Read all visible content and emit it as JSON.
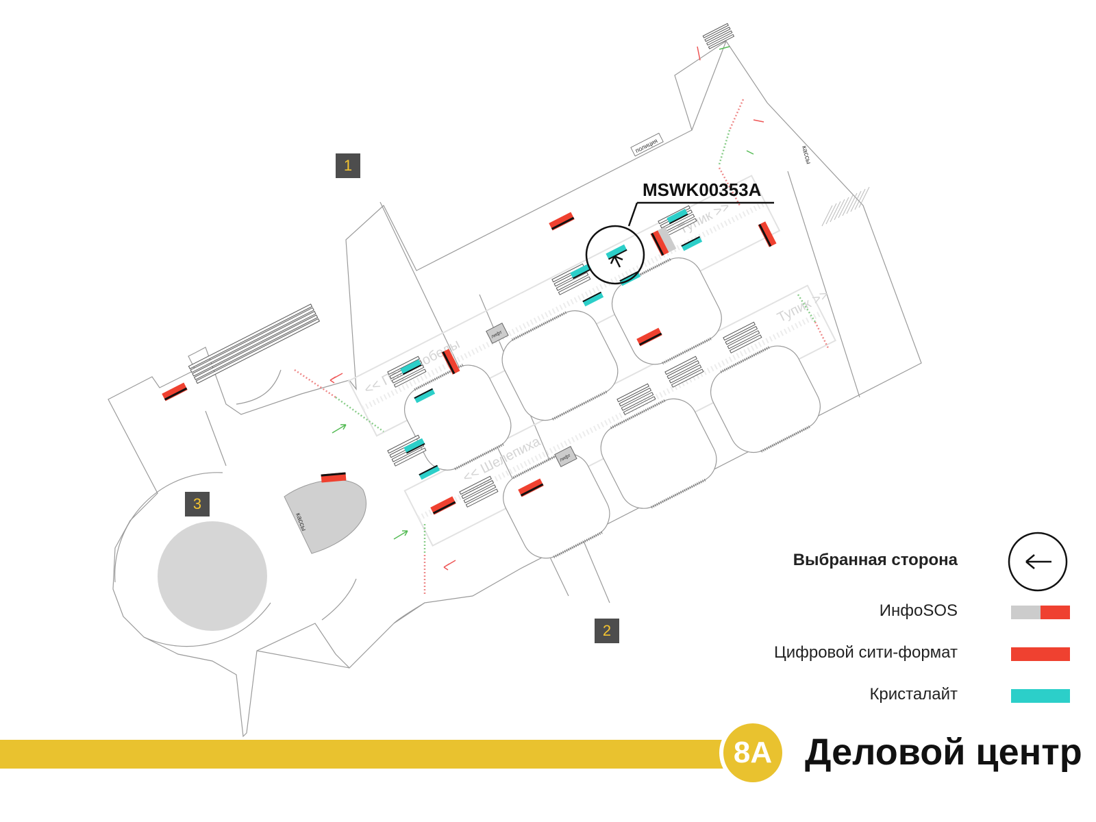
{
  "station": {
    "line": "8А",
    "name": "Деловой центр",
    "line_color": "#e9c22f"
  },
  "selected_code": "MSWK00353A",
  "exits": [
    "1",
    "2",
    "3"
  ],
  "map_labels": {
    "direction_1": "<< Парк Победы",
    "direction_2": "<< Шелепиха",
    "deadend_1": "Тупик >>",
    "deadend_2": "Тупик >>",
    "police": "полиция",
    "kassy_1": "кассы",
    "kassy_2": "кассы",
    "lift_1": "лифт",
    "lift_2": "лифт"
  },
  "legend": {
    "selected_side": "Выбранная сторона",
    "infosos": "ИнфоSOS",
    "digital_city": "Цифровой сити-формат",
    "crystalight": "Кристалайт"
  },
  "colors": {
    "red": "#ef4130",
    "cyan": "#2ccfc9",
    "grey": "#cccccc",
    "exit_badge": "#4d4d4d"
  }
}
